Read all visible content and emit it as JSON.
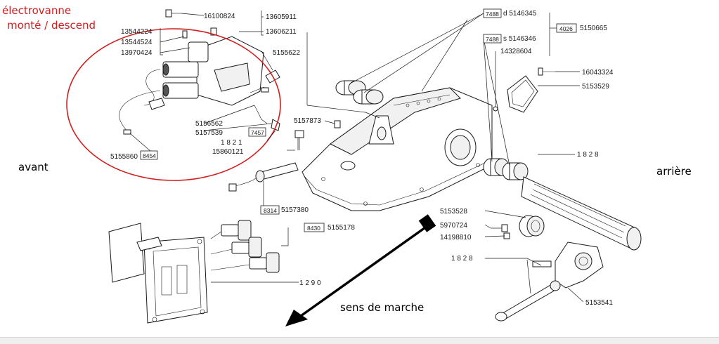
{
  "annotations": {
    "valve_title_line1": "électrovanne",
    "valve_title_line2": "monté / descend",
    "front": "avant",
    "rear": "arrière",
    "direction": "sens de marche"
  },
  "colors": {
    "annotation_red": "#d21e1e",
    "line": "#1a1a1a",
    "arrow": "#000000"
  },
  "part_numbers": {
    "p16100824": "16100824",
    "p13605911": "13605911",
    "p13606211": "13606211",
    "p13544224": "13544224",
    "p13544524": "13544524",
    "p13970424": "13970424",
    "p5155622": "5155622",
    "p5156562": "5156562",
    "p5157539": "5157539",
    "p1821": "1 8 2 1",
    "p15860121": "15860121",
    "p5155860": "5155860",
    "p5157873": "5157873",
    "p5157380": "5157380",
    "p5155178": "5155178",
    "p1290": "1 2 9 0",
    "p5146345": "d 5146345",
    "p5146346": "s 5146346",
    "p14328604": "14328604",
    "p5150665": "5150665",
    "p16043324": "16043324",
    "p5153529": "5153529",
    "p1828a": "1 8 2 8",
    "p5153528": "5153528",
    "p5970724": "5970724",
    "p14198810": "14198810",
    "p1828b": "1 8 2 8",
    "p5153541": "5153541"
  },
  "boxed_codes": {
    "b8454": "8454",
    "b7457": "7457",
    "b8314": "8314",
    "b8430": "8430",
    "b7488a": "7488",
    "b7488b": "7488",
    "b4026": "4026"
  }
}
